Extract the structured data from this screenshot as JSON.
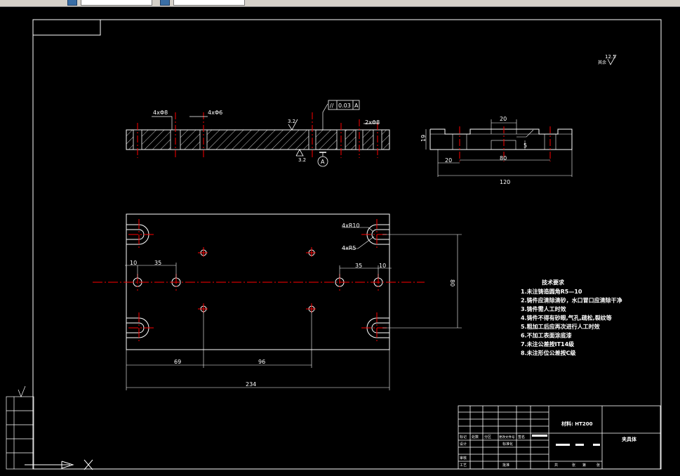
{
  "colors": {
    "background": "#000000",
    "lines": "#ffffff",
    "centerline": "#ff0000",
    "toolbar": "#d4d0c8"
  },
  "toolbar": {
    "icons": [
      "layer-icon",
      "properties-icon"
    ]
  },
  "drawing": {
    "roughness_general": "12.5",
    "roughness_general_note": "其余",
    "front_view": {
      "hole_note_left": "4xΦ8",
      "hole_note_mid": "4xΦ6",
      "hole_note_right": "2xΦ8",
      "roughness_top": "3.2",
      "roughness_bottom": "3.2",
      "tolerance_symbol": "//",
      "tolerance_value": "0.03",
      "tolerance_datum": "A",
      "datum_label": "A"
    },
    "side_view": {
      "dim_top": "20",
      "dim_left_height": "19",
      "dim_slot_depth": "5",
      "dim_bottom_left": "20",
      "dim_middle": "80",
      "dim_overall": "120"
    },
    "plan_view": {
      "note_r10": "4xR10",
      "note_r5": "4xR5",
      "dim_left_10": "10",
      "dim_left_35": "35",
      "dim_right_35": "35",
      "dim_right_10": "10",
      "dim_vertical": "80",
      "dim_69": "69",
      "dim_96": "96",
      "dim_234": "234"
    },
    "tech_requirements": {
      "title": "技术要求",
      "items": [
        "1.未注铸造圆角R5—10",
        "2.铸件应清除清砂，水口冒口应清除干净",
        "3.铸件需人工时效",
        "4.铸件不得有砂眼,气孔,疏松,裂纹等",
        "5.粗加工后应再次进行人工时效",
        "6.不加工表面涂底漆",
        "7.未注公差按IT14级",
        "8.未注形位公差按C级"
      ]
    },
    "title_block": {
      "material": "材料: HT200",
      "part_name": "夹具体",
      "row_labels": [
        "标记",
        "处数",
        "分区",
        "更改文件号",
        "签名"
      ],
      "row_design": "设计",
      "row_standard": "标准化",
      "row_review": "审核",
      "row_process": "工艺",
      "row_approve": "批准",
      "stage_labels": [
        "共",
        "张",
        "第",
        "张"
      ]
    }
  }
}
